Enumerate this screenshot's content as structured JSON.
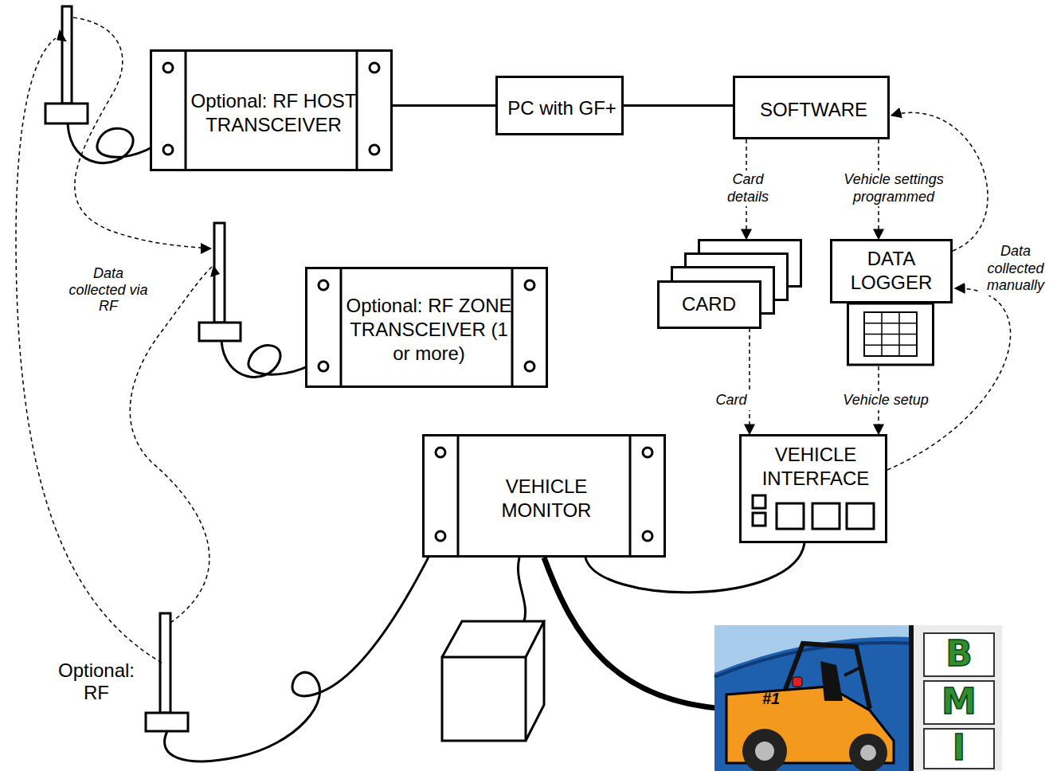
{
  "diagram": {
    "nodes": [
      {
        "text": [
          "Optional: RF HOST TRANSCEIVER"
        ]
      },
      {
        "text": [
          "PC with GF+"
        ]
      },
      {
        "text": [
          "SOFTWARE"
        ]
      },
      {
        "text": [
          "Optional: RF ZONE TRANSCEIVER (1 or more)"
        ]
      },
      {
        "text": [
          "CARD"
        ]
      },
      {
        "text": [
          "DATA LOGGER"
        ]
      },
      {
        "text": [
          "VEHICLE MONITOR"
        ]
      },
      {
        "text": [
          "VEHICLE INTERFACE"
        ]
      }
    ],
    "edges": [
      {
        "from": 0,
        "to": 1,
        "arrow": "none"
      },
      {
        "from": 1,
        "to": 2,
        "arrow": "none"
      },
      {
        "from": 2,
        "to": 4,
        "arrow": "to",
        "label": "Card details"
      },
      {
        "from": 2,
        "to": 5,
        "arrow": "to",
        "label": "Vehicle settings programmed"
      },
      {
        "from": 4,
        "to": 7,
        "arrow": "to",
        "label": "Card"
      },
      {
        "from": 5,
        "to": 7,
        "arrow": "to",
        "label": "Vehicle setup"
      },
      {
        "from": 5,
        "to": 2,
        "arrow": "to"
      },
      {
        "from": 7,
        "to": 5,
        "arrow": "to",
        "label": "Data collected manually"
      },
      {
        "from": 7,
        "to": 6,
        "arrow": "none"
      }
    ],
    "labels": [
      "Data collected via RF",
      "Optional: RF",
      "#1",
      "B",
      "M",
      "I"
    ]
  }
}
